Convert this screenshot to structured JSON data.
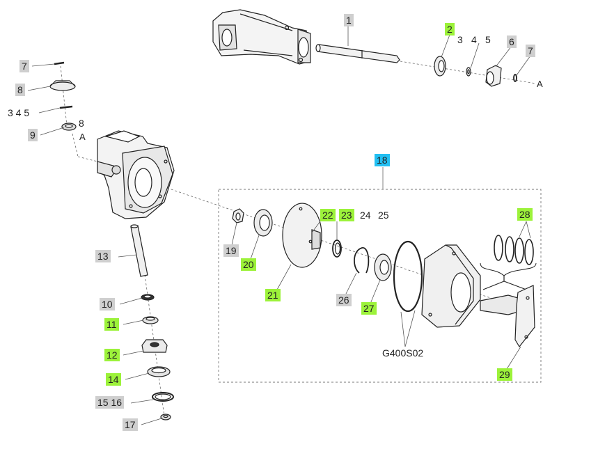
{
  "labels": [
    {
      "text": "1",
      "style": "gray"
    },
    {
      "text": "2",
      "style": "green"
    },
    {
      "text": "3",
      "style": "plain"
    },
    {
      "text": "4",
      "style": "plain"
    },
    {
      "text": "5",
      "style": "plain"
    },
    {
      "text": "6",
      "style": "gray"
    },
    {
      "text": "7",
      "style": "gray"
    },
    {
      "text": "7",
      "style": "gray"
    },
    {
      "text": "8",
      "style": "gray"
    },
    {
      "text": "3 4 5",
      "style": "plain"
    },
    {
      "text": "8",
      "style": "plain"
    },
    {
      "text": "9",
      "style": "gray"
    },
    {
      "text": "18",
      "style": "cyan"
    },
    {
      "text": "22",
      "style": "green"
    },
    {
      "text": "23",
      "style": "green"
    },
    {
      "text": "24",
      "style": "plain"
    },
    {
      "text": "25",
      "style": "plain"
    },
    {
      "text": "28",
      "style": "green"
    },
    {
      "text": "19",
      "style": "gray"
    },
    {
      "text": "20",
      "style": "green"
    },
    {
      "text": "21",
      "style": "green"
    },
    {
      "text": "26",
      "style": "gray"
    },
    {
      "text": "27",
      "style": "green"
    },
    {
      "text": "29",
      "style": "green"
    },
    {
      "text": "13",
      "style": "gray"
    },
    {
      "text": "10",
      "style": "gray"
    },
    {
      "text": "11",
      "style": "green"
    },
    {
      "text": "12",
      "style": "green"
    },
    {
      "text": "14",
      "style": "green"
    },
    {
      "text": "15 16",
      "style": "gray"
    },
    {
      "text": "17",
      "style": "gray"
    }
  ],
  "letters": [
    "A",
    "A"
  ],
  "code": "G400S02",
  "colors": {
    "gray_label": "#cfcfcf",
    "green_label": "#9cf23a",
    "cyan_label": "#22bff2",
    "line": "#444444"
  }
}
